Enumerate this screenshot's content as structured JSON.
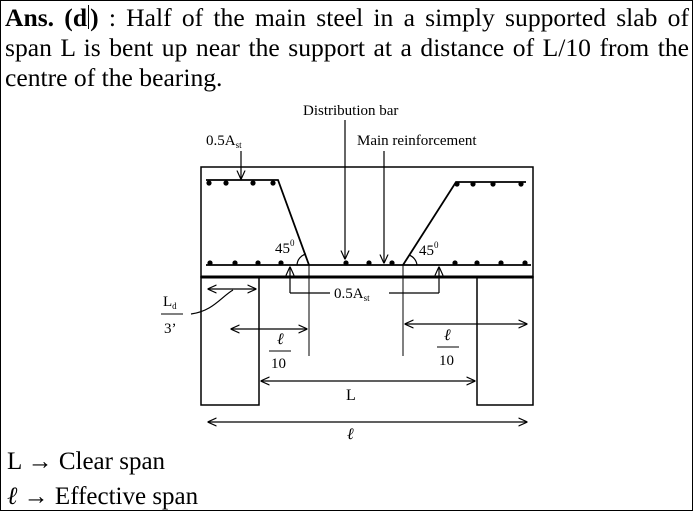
{
  "answer": {
    "label": "Ans. (d",
    "label_close": ")",
    "text": " : Half of the main steel in a simply supported slab of span L is bent up near the support at a distance of L/10 from the centre of the bearing."
  },
  "diagram": {
    "label_distribution_bar": "Distribution bar",
    "label_main_reinforcement": "Main reinforcement",
    "label_top_ast": "0.5A",
    "label_top_ast_sub": "st",
    "label_mid_ast": "0.5A",
    "label_mid_ast_sub": "st",
    "angle_left": "45",
    "angle_left_sup": "0",
    "angle_right": "45",
    "angle_right_sup": "0",
    "ld_num": "L",
    "ld_sub": "d",
    "ld_den": "3’",
    "frac_left_num": "ℓ",
    "frac_left_den": "10",
    "frac_right_num": "ℓ",
    "frac_right_den": "10",
    "clear_span_label": "L",
    "effective_span_label": "ℓ"
  },
  "legend": [
    {
      "symbol": "L",
      "arrow": " → ",
      "text": "Clear span"
    },
    {
      "symbol": "ℓ",
      "arrow": " → ",
      "text": "Effective span"
    }
  ]
}
